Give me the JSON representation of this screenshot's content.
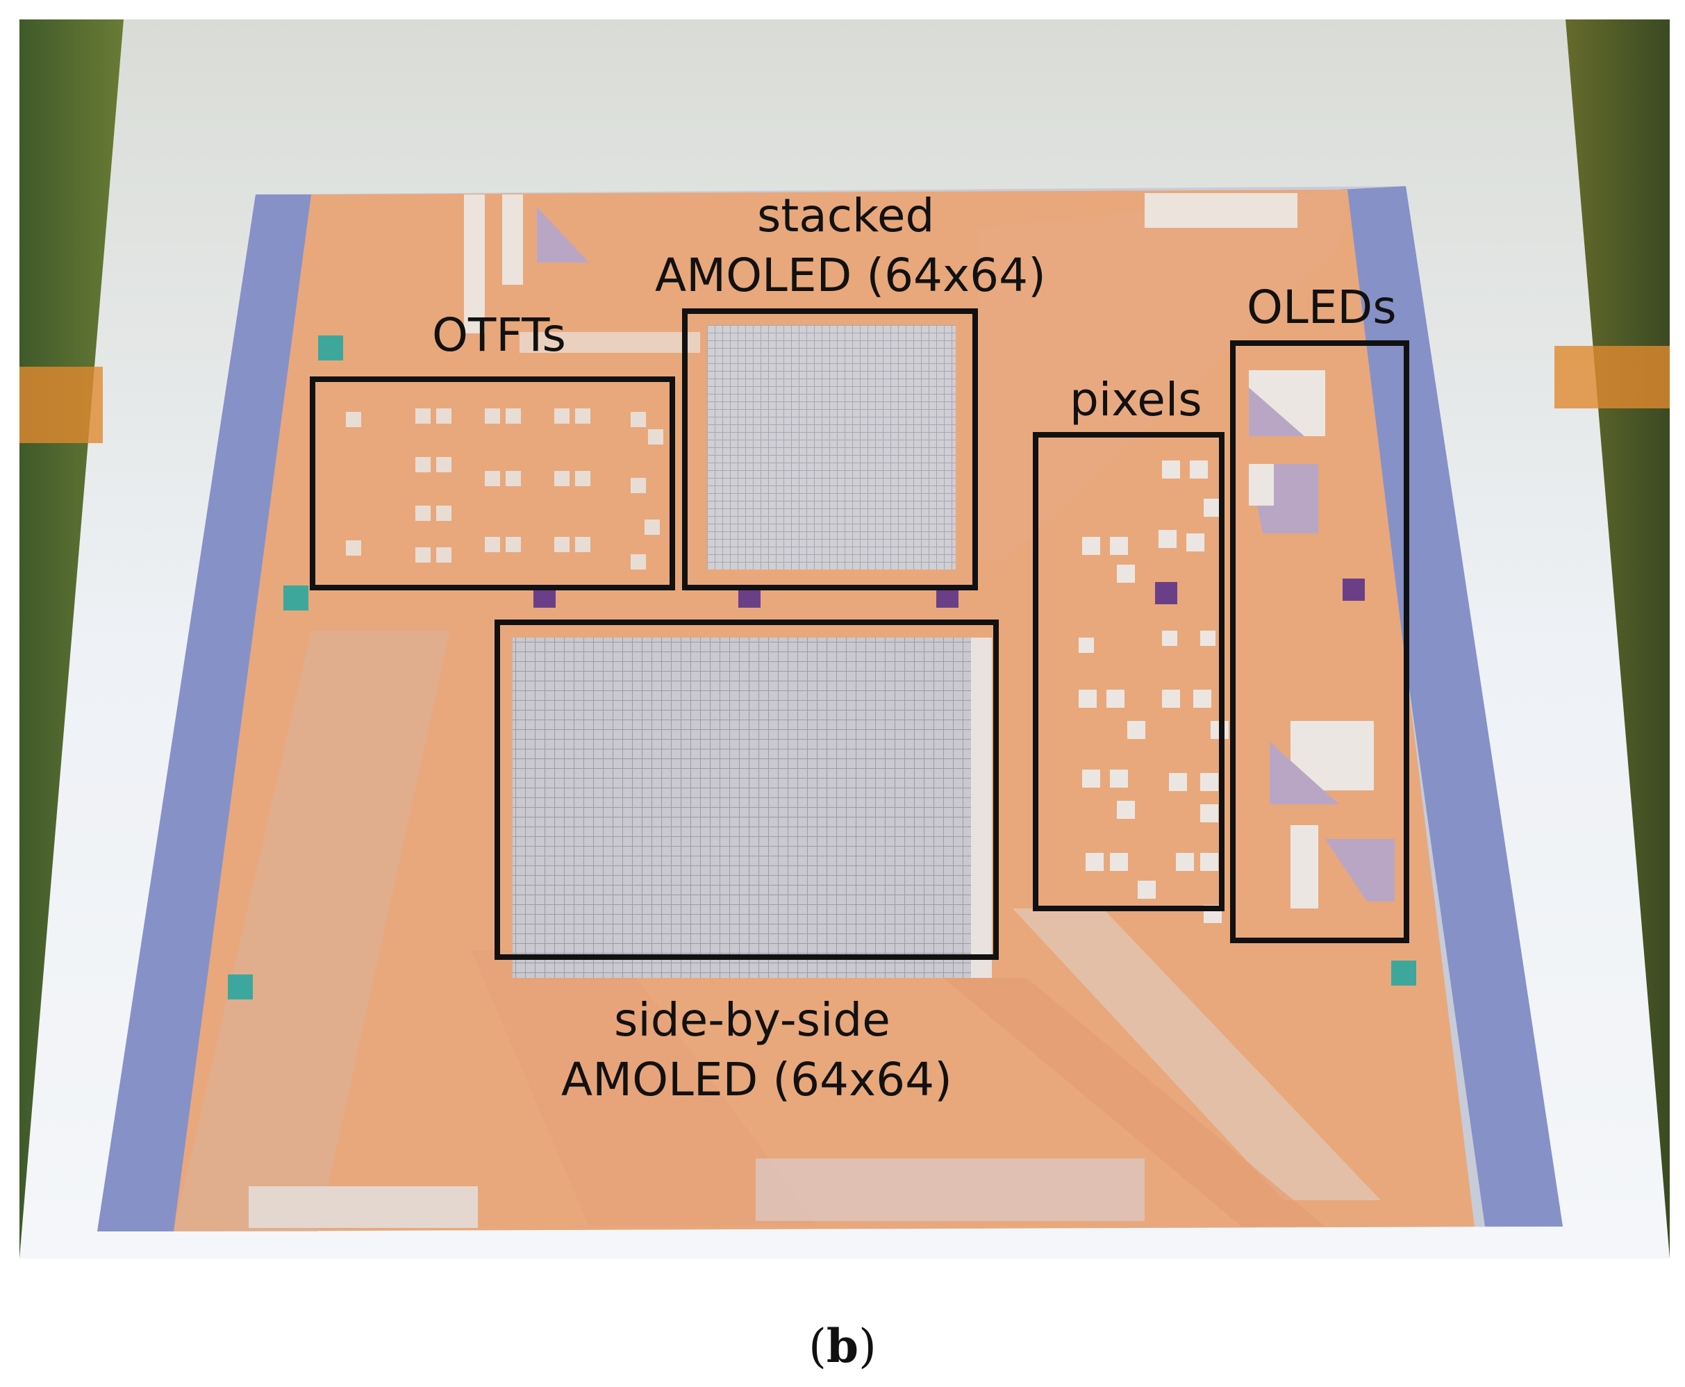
{
  "labels": {
    "stacked_line1": "stacked",
    "stacked_line2": "AMOLED (64x64)",
    "otfts": "OTFTs",
    "oleds": "OLEDs",
    "pixels": "pixels",
    "sidebyside_line1": "side-by-side",
    "sidebyside_line2": "AMOLED (64x64)"
  },
  "caption": {
    "open": "(",
    "letter": "b",
    "close": ")"
  },
  "colors": {
    "substrate": "#e8a87c",
    "box_outline": "#111111",
    "background_cloth": "#e9edf2",
    "frame_green": "#5c6b2c"
  }
}
